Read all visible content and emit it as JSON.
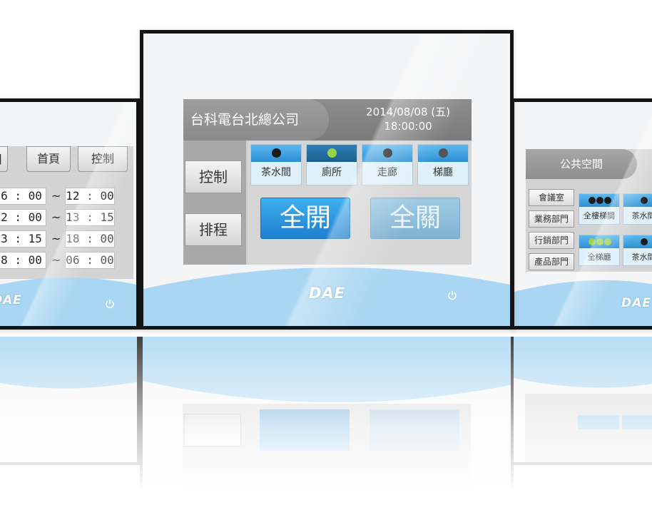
{
  "brand": {
    "logo_text": "DAE",
    "wave_color": "#a9d6f2",
    "accent": "#2c8fd3"
  },
  "center": {
    "title": "台科電台北總公司",
    "date": "2014/08/08 (五)",
    "time": "18:00:00",
    "side_menu": [
      {
        "label": "控制"
      },
      {
        "label": "排程"
      }
    ],
    "tiles": [
      {
        "label": "茶水間",
        "status": "off"
      },
      {
        "label": "廁所",
        "status": "on"
      },
      {
        "label": "走廊",
        "status": "off"
      },
      {
        "label": "梯廳",
        "status": "off"
      }
    ],
    "all_on_label": "全開",
    "all_off_label": "全關"
  },
  "left": {
    "tabs": [
      {
        "label": "首頁"
      },
      {
        "label": "控制"
      }
    ],
    "rows": [
      {
        "start": "6 : 00",
        "sep": "~",
        "end": "12 : 00"
      },
      {
        "start": "2 : 00",
        "sep": "~",
        "end": "13 : 15"
      },
      {
        "start": "3 : 15",
        "sep": "~",
        "end": "18 : 00"
      },
      {
        "start": "8 : 00",
        "sep": "~",
        "end": "06 : 00"
      }
    ]
  },
  "right": {
    "header": "公共空間",
    "side_menu": [
      {
        "label": "會議室"
      },
      {
        "label": "業務部門"
      },
      {
        "label": "行銷部門"
      },
      {
        "label": "產品部門"
      }
    ],
    "tiles": [
      {
        "label": "全樓梯間",
        "dots": "black"
      },
      {
        "label": "茶水間",
        "dots": "black"
      },
      {
        "label": "全梯廳",
        "dots": "green"
      },
      {
        "label": "茶水間",
        "dots": "black"
      }
    ]
  },
  "icons": {
    "power": "power-icon"
  }
}
